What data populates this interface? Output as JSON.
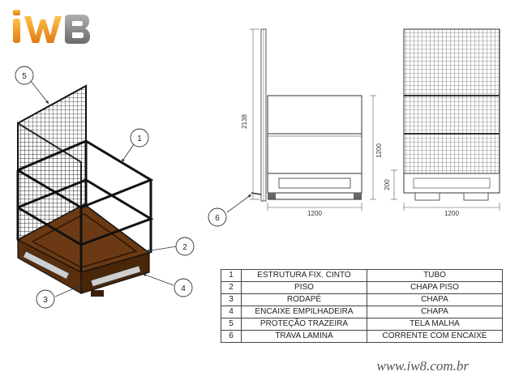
{
  "logo": {
    "text": "iW8",
    "colors": {
      "orange": "#f29a1d",
      "gray": "#8a8a8a"
    }
  },
  "website": "www.iw8.com.br",
  "callouts": [
    "5",
    "1",
    "2",
    "3",
    "4",
    "6"
  ],
  "dimensions": {
    "height_total": "2138",
    "height_cage": "1200",
    "width_side": "1200",
    "width_front": "1200",
    "base_height": "200"
  },
  "colors": {
    "floor": "#6b3a14",
    "floor_dark": "#4a2608",
    "frame": "#111111"
  },
  "parts_table": [
    {
      "num": "1",
      "desc": "ESTRUTURA FIX. CINTO",
      "material": "TUBO"
    },
    {
      "num": "2",
      "desc": "PISO",
      "material": "CHAPA PISO"
    },
    {
      "num": "3",
      "desc": "RODAPÉ",
      "material": "CHAPA"
    },
    {
      "num": "4",
      "desc": "ENCAIXE EMPILHADEIRA",
      "material": "CHAPA"
    },
    {
      "num": "5",
      "desc": "PROTEÇÃO TRAZEIRA",
      "material": "TELA MALHA"
    },
    {
      "num": "6",
      "desc": "TRAVA LAMINA",
      "material": "CORRENTE COM ENCAIXE"
    }
  ]
}
